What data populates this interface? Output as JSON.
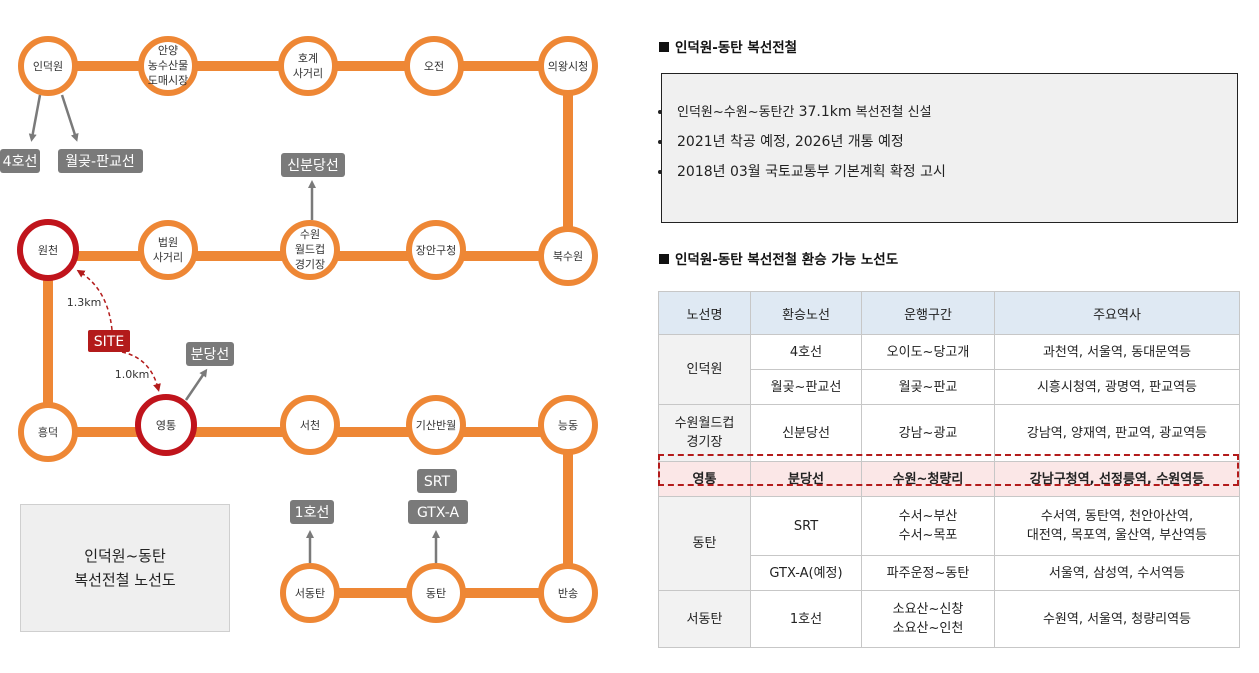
{
  "map": {
    "stations": {
      "indeogwon": "인덕원",
      "anyang_1": "안양",
      "anyang_2": "농수산물",
      "anyang_3": "도매시장",
      "hogye_1": "호계",
      "hogye_2": "사거리",
      "ojeon": "오전",
      "uiwang": "의왕시청",
      "wonchon": "원천",
      "beobwon_1": "법원",
      "beobwon_2": "사거리",
      "wc_1": "수원",
      "wc_2": "월드컵",
      "wc_3": "경기장",
      "jangan": "장안구청",
      "buksuwon": "북수원",
      "heungdeok": "흥덕",
      "yeongtong": "영통",
      "seocheon": "서천",
      "giheung": "기산반월",
      "neungdong": "능동",
      "seodongtan": "서동탄",
      "dongtan": "동탄",
      "bansong": "반송"
    },
    "tags": {
      "line4": "4호선",
      "wolgot": "월곶-판교선",
      "sinbundang": "신분당선",
      "bundang": "분당선",
      "site": "SITE",
      "srt": "SRT",
      "gtxa": "GTX-A",
      "line1": "1호선"
    },
    "distances": {
      "wonchon": "1.3km",
      "yeongtong": "1.0km"
    },
    "legend": {
      "line1": "인덕원~동탄",
      "line2": "복선전철 노선도"
    },
    "colors": {
      "line": "#ee8735",
      "highlight": "#c0141c",
      "tag": "#7a7a7a",
      "site": "#b31b1b"
    }
  },
  "info": {
    "title": "인덕원-동탄 복선전철",
    "bullets": [
      {
        "pre": "인덕원~수원~동탄간 ",
        "num": "37.1km",
        "post": " 복선전철 신설"
      },
      {
        "pre": "",
        "num": "2021년 착공 예정, 2026년 개통 예정",
        "post": ""
      },
      {
        "pre": "",
        "num": "2018년 03월 국토교통부 기본계획 확정 고시",
        "post": ""
      }
    ]
  },
  "transfer": {
    "title": "인덕원-동탄 복선전철 환승 가능 노선도",
    "headers": [
      "노선명",
      "환승노선",
      "운행구간",
      "주요역사"
    ],
    "rows": [
      {
        "station": "인덕원",
        "line": "4호선",
        "section": "오이도~당고개",
        "stops": "과천역, 서울역, 동대문역등"
      },
      {
        "station": "",
        "line": "월곶~판교선",
        "section": "월곶~판교",
        "stops": "시흥시청역, 광명역, 판교역등"
      },
      {
        "station": "수원월드컵\n경기장",
        "line": "신분당선",
        "section": "강남~광교",
        "stops": "강남역, 양재역, 판교역, 광교역등"
      },
      {
        "station": "영통",
        "line": "분당선",
        "section": "수원~청량리",
        "stops": "강남구청역, 선정릉역, 수원역등"
      },
      {
        "station": "동탄",
        "line": "SRT",
        "section": "수서~부산\n수서~목포",
        "stops": "수서역, 동탄역, 천안아산역,\n대전역, 목포역, 울산역, 부산역등"
      },
      {
        "station": "",
        "line": "GTX-A(예정)",
        "section": "파주운정~동탄",
        "stops": "서울역, 삼성역, 수서역등"
      },
      {
        "station": "서동탄",
        "line": "1호선",
        "section": "소요산~신창\n소요산~인천",
        "stops": "수원역, 서울역, 청량리역등"
      }
    ]
  }
}
